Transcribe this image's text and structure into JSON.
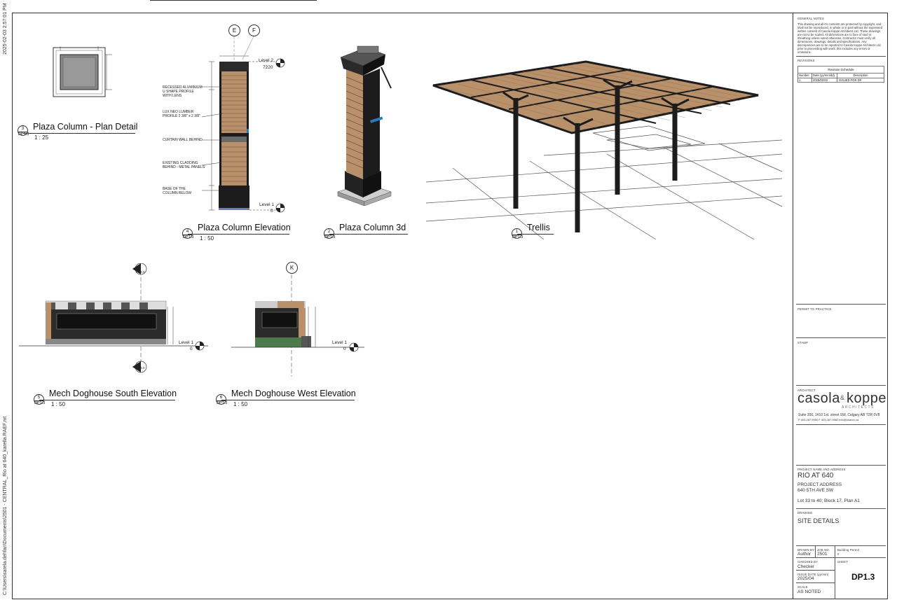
{
  "side_texts": {
    "timestamp": "2025-02-03 2:57:01 PM",
    "file_path": "C:\\Users\\sarela.dehfan\\Documents\\2501 - CENTRAL_Rio at 640_karella.RAEF.rvt"
  },
  "views": [
    {
      "id": "v3",
      "number": "3",
      "sheet": "DP1.3",
      "title": "Plaza Column - Plan Detail",
      "scale": "1 : 25"
    },
    {
      "id": "v4",
      "number": "4",
      "sheet": "DP1.3",
      "title": "Plaza Column Elevation",
      "scale": "1 : 50"
    },
    {
      "id": "v2",
      "number": "2",
      "sheet": "DP1.3",
      "title": "Plaza Column 3d",
      "scale": ""
    },
    {
      "id": "v1",
      "number": "1",
      "sheet": "DP1.3",
      "title": "Trellis",
      "scale": ""
    },
    {
      "id": "v5",
      "number": "5",
      "sheet": "DP1.3",
      "title": "Mech Doghouse South Elevation",
      "scale": "1 : 50"
    },
    {
      "id": "v6",
      "number": "6",
      "sheet": "DP1.3",
      "title": "Mech Doghouse West Elevation",
      "scale": "1 : 50"
    }
  ],
  "elevation_notes": [
    "RECESSED ALUMINIUM\nU SHAPE PROFILE\nWITH LENS",
    "LUX NEO LUMBER\nPROFILE 2 3/8\" x 2 3/8\"",
    "CURTAIN WALL BEHIND",
    "EXISTING CLADDING\nBEHIND - METAL PANELS",
    "BASE OF THE\nCOLUMN BELOW"
  ],
  "grids": {
    "e": "E",
    "f": "F",
    "k": "K"
  },
  "levels": {
    "level2_name": "Level 2",
    "level2_value": "7220",
    "level1_name": "Level 1",
    "level1_value": "0"
  },
  "section_marks": {
    "mark1": "1",
    "mark1_sheet": "DP4.0"
  },
  "title_block": {
    "general_notes_label": "GENERAL NOTES",
    "general_notes": "This drawing and all it's contents are protected by copyright, and shall not be reproduced, in whole or in part without the expressed written consent of Casola Koppe Architects Ltd. These drawings are not to be scaled. All dimensions are to face of stud or sheathing unless noted otherwise. Contractor must verify all dimensions, drawings, details and specifications. Any discrepancies are to be reported to Casola Koppe Architects Ltd. prior to proceeding with work; this includes any errors or omissions.",
    "revisions_label": "REVISIONS",
    "revision_schedule_title": "Revision Schedule",
    "revision_headers": [
      "Number",
      "Date (yy/mm/dd)",
      "Description"
    ],
    "revision_rows": [
      [
        "1",
        "2025/02/03",
        "ISSUED FOR DP"
      ]
    ],
    "permit_label": "PERMIT TO PRACTICE",
    "stamp_label": "STAMP",
    "architect_label": "ARCHITECT",
    "logo_left": "casola",
    "logo_right": "koppe",
    "logo_sub": "ARCHITECTS",
    "address_line1": "Suite 300, 1410 1st. street SW, Calgary AB T2R 0V8",
    "address_line2": "P 403.287.9950   F 403.287.9982   info@ckarch.ca",
    "project_label": "PROJECT NAME AND ADDRESS",
    "project_name": "RIO AT 640",
    "project_address_label": "PROJECT ADDRESS",
    "project_address": "640 5TH AVE SW",
    "project_lot": "Lot 33 to 40; Block 17, Plan A1",
    "drawing_label": "DRAWING",
    "drawing_name": "SITE DETAILS",
    "drawn_by_label": "DRAWN BY",
    "drawn_by": "Author",
    "job_no_label": "JOB NO.",
    "job_no": "2501",
    "building_permit_label": "Building Permit",
    "building_permit": "#",
    "checked_by_label": "CHECKED BY",
    "checked_by": "Checker",
    "sheet_label": "SHEET",
    "sheet_no": "DP1.3",
    "issue_date_label": "ISSUE DATE (yy/mm)",
    "issue_date": "2025/04",
    "scale_label": "SCALE",
    "scale": "AS NOTED"
  },
  "colors": {
    "wood": "#b8906a",
    "dark": "#1c1c1c",
    "line": "#333333",
    "green": "#4b7a4b",
    "accent": "#2a7ab8"
  }
}
